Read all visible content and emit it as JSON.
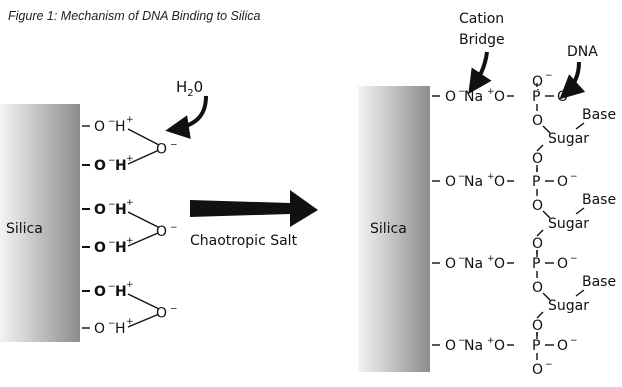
{
  "caption": "Figure 1: Mechanism of DNA Binding to Silica",
  "surface_label": "Silica",
  "water": {
    "main": "H",
    "sub": "2",
    "tail": "0"
  },
  "process_label": "Chaotropic Salt",
  "callouts": {
    "cation_bridge_line1": "Cation",
    "cation_bridge_line2": "Bridge",
    "dna": "DNA"
  },
  "atoms": {
    "oxygen": "O",
    "hydrogen": "H",
    "sodium": "Na",
    "phosphorus": "P",
    "minus": "−",
    "plus": "+"
  },
  "dna_labels": {
    "base": "Base",
    "sugar": "Sugar"
  },
  "colors": {
    "silica_dark": "#8c8c8c",
    "silica_light": "#f4f4f4",
    "ink": "#111111"
  }
}
